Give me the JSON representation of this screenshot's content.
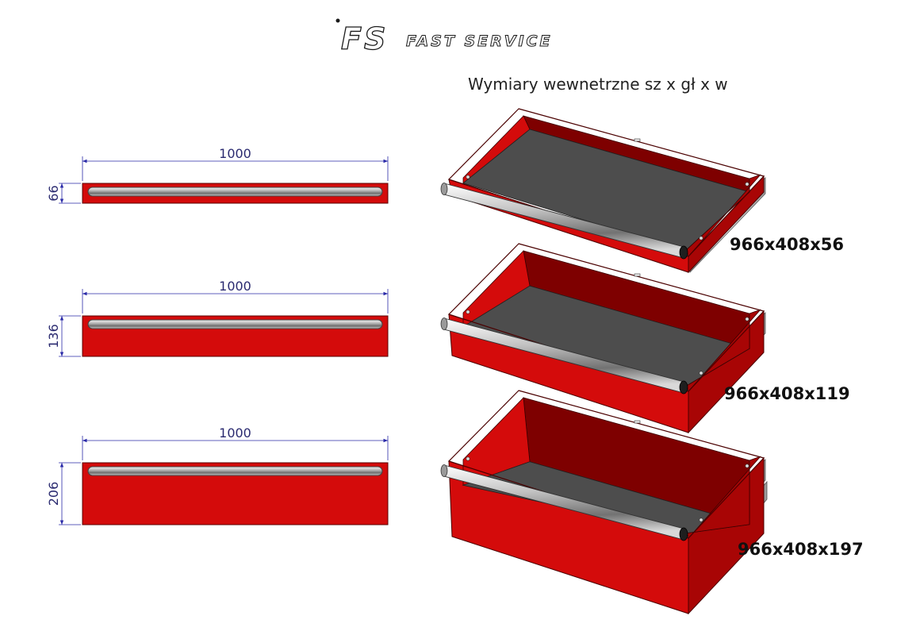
{
  "logo": {
    "mark": "FS",
    "name": "FAST SERVICE"
  },
  "title": "Wymiary wewnetrzne sz x gł x w",
  "colors": {
    "drawer_red": "#d40b0b",
    "drawer_dark_red": "#7e0000",
    "drawer_mid_red": "#a80505",
    "tray_mat": "#4d4d4d",
    "dimension_line": "#2a2aa8",
    "rail": "#b4b4b4"
  },
  "drawers": [
    {
      "width_label": "1000",
      "height_label": "66",
      "inner_size": "966x408x56",
      "height_mm": 66
    },
    {
      "width_label": "1000",
      "height_label": "136",
      "inner_size": "966x408x119",
      "height_mm": 136
    },
    {
      "width_label": "1000",
      "height_label": "206",
      "inner_size": "966x408x197",
      "height_mm": 206
    }
  ]
}
